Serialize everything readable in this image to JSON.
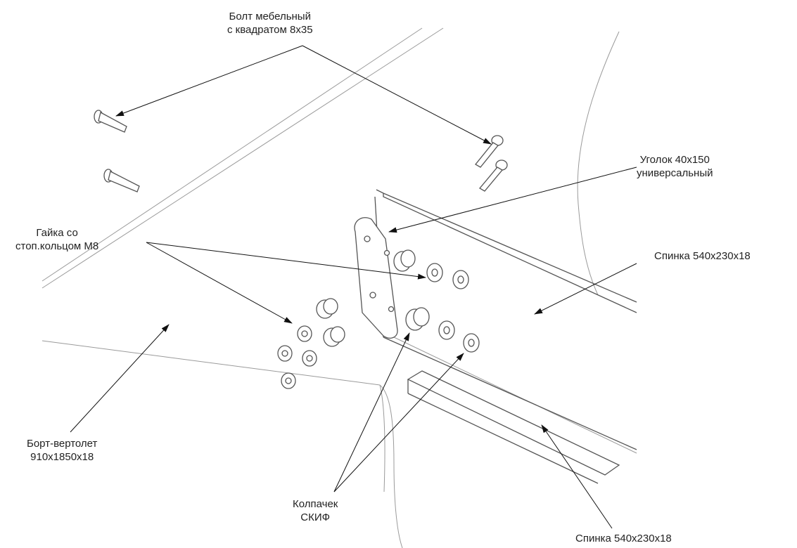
{
  "labels": {
    "bolt": {
      "line1": "Болт мебельный",
      "line2": "с квадратом 8х35"
    },
    "corner": {
      "line1": "Уголок 40х150",
      "line2": "универсальный"
    },
    "nut": {
      "line1": "Гайка со",
      "line2": "стоп.кольцом М8"
    },
    "back_upper": {
      "line1": "Спинка 540х230х18"
    },
    "back_lower": {
      "line1": "Спинка 540х230х18"
    },
    "side": {
      "line1": "Борт-вертолет",
      "line2": "910х1850х18"
    },
    "cap": {
      "line1": "Колпачек",
      "line2": "СКИФ"
    }
  },
  "colors": {
    "leader": "#111111",
    "part_outline": "#555555",
    "background_outline": "#9a9a9a",
    "text": "#222222"
  }
}
